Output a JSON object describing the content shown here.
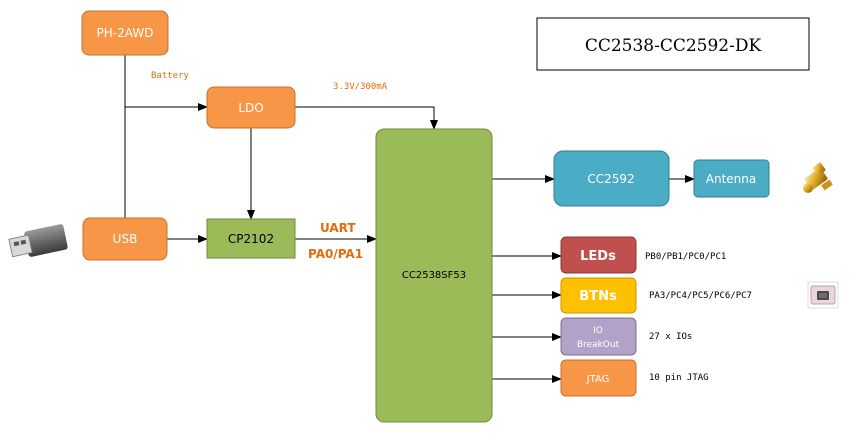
{
  "title": "CC2538-CC2592-DK",
  "blocks": {
    "ph2awd": "PH-2AWD",
    "ldo": "LDO",
    "usb": "USB",
    "cp2102": "CP2102",
    "mcu": "CC2538SF53",
    "cc2592": "CC2592",
    "antenna": "Antenna",
    "leds": "LEDs",
    "btns": "BTNs",
    "io_line1": "IO",
    "io_line2": "BreakOut",
    "jtag": "JTAG"
  },
  "labels": {
    "battery": "Battery",
    "ldo_output": "3.3V/300mA",
    "uart": "UART",
    "uart_pins": "PA0/PA1",
    "leds_pins": "PB0/PB1/PC0/PC1",
    "btns_pins": "PA3/PC4/PC5/PC6/PC7",
    "io_count": "27 x IOs",
    "jtag_desc": "10 pin JTAG"
  },
  "colors": {
    "orange": "#f79646",
    "orange_border": "#c4712e",
    "green": "#9bbb59",
    "green_border": "#71893f",
    "teal": "#4bacc6",
    "teal_border": "#357d91",
    "red": "#c0504d",
    "yellow": "#ffc000",
    "purple": "#b3a2c7",
    "label_orange": "#e36c0a"
  },
  "icons": [
    "usb-plug-icon",
    "sma-connector-icon",
    "tact-switch-icon"
  ]
}
